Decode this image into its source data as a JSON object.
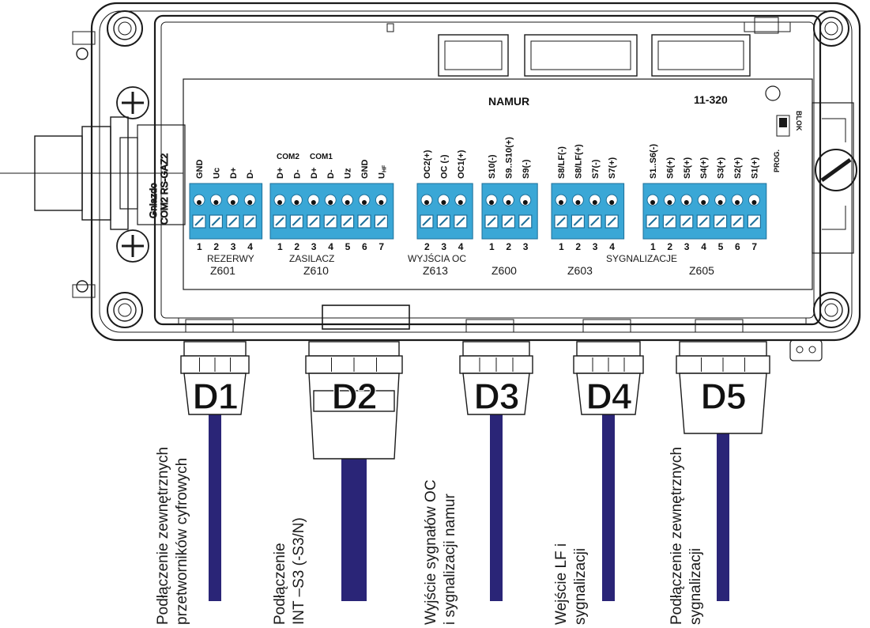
{
  "board": {
    "namur": "NAMUR",
    "model": "11-320",
    "blok": "BLOK",
    "prog": "PROG."
  },
  "socket": {
    "line1": "Gniazdo",
    "line2": "COM2 RS-GAZ2"
  },
  "com_labels": {
    "com2": "COM2",
    "com1": "COM1"
  },
  "connectors": [
    {
      "id": "Z601",
      "name": "Z601",
      "group": "REZERWY",
      "pins": [
        "GND",
        "Uc",
        "D+",
        "D-"
      ],
      "numbers": [
        "1",
        "2",
        "3",
        "4"
      ]
    },
    {
      "id": "Z610",
      "name": "Z610",
      "group": "ZASILACZ",
      "pins": [
        "D+",
        "D-",
        "D+",
        "D-",
        "Uz",
        "GND",
        "U"
      ],
      "numbers": [
        "1",
        "2",
        "3",
        "4",
        "5",
        "6",
        "7"
      ]
    },
    {
      "id": "Z613",
      "name": "Z613",
      "group": "WYJŚCIA OC",
      "pins": [
        "OC2(+)",
        "OC (-)",
        "OC1(+)"
      ],
      "numbers": [
        "2",
        "3",
        "4"
      ]
    },
    {
      "id": "Z600",
      "name": "Z600",
      "group": "",
      "pins": [
        "S10(-)",
        "S9..S10(+)",
        "S9(-)"
      ],
      "numbers": [
        "1",
        "2",
        "3"
      ]
    },
    {
      "id": "Z603",
      "name": "Z603",
      "group": "",
      "pins": [
        "S8/LF(-)",
        "S8/LF(+)",
        "S7(-)",
        "S7(+)"
      ],
      "numbers": [
        "1",
        "2",
        "3",
        "4"
      ]
    },
    {
      "id": "Z605",
      "name": "Z605",
      "group": "",
      "pins": [
        "S1..S6(-)",
        "S6(+)",
        "S5(+)",
        "S4(+)",
        "S3(+)",
        "S2(+)",
        "S1(+)"
      ],
      "numbers": [
        "1",
        "2",
        "3",
        "4",
        "5",
        "6",
        "7"
      ]
    }
  ],
  "uhf_sub": "HF",
  "sygnalizacje": "SYGNALIZACJE",
  "glands": [
    {
      "name": "D1",
      "line1": "Podłączenie zewnętrznych",
      "line2": "przetworników cyfrowych"
    },
    {
      "name": "D2",
      "line1": "Podłączenie",
      "line2": "INT –S3 (-S3/N)"
    },
    {
      "name": "D3",
      "line1": "Wyjście sygnałów OC",
      "line2": "i sygnalizacji namur"
    },
    {
      "name": "D4",
      "line1": "Wejście LF i",
      "line2": "sygnalizacji"
    },
    {
      "name": "D5",
      "line1": "Podłączenie zewnętrznych",
      "line2": "sygnalizacji"
    }
  ],
  "colors": {
    "terminal": "#3aa7d6",
    "terminal_dark": "#1d6f99",
    "cable": "#2a2577",
    "outline": "#1a1a1a"
  }
}
